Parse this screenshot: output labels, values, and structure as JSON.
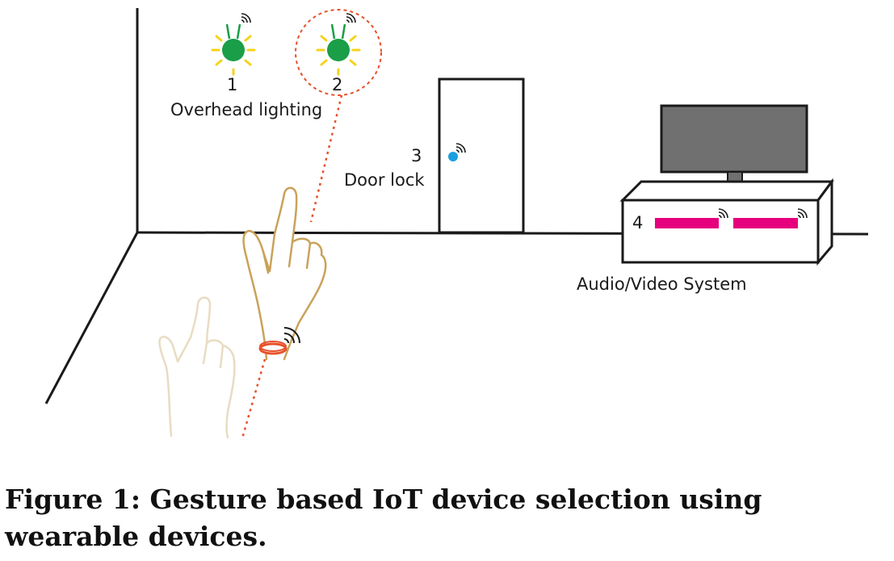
{
  "labels": {
    "light1_number": "1",
    "light2_number": "2",
    "overhead_lighting": "Overhead lighting",
    "door_number": "3",
    "door_lock": "Door lock",
    "av_number": "4",
    "av_system": "Audio/Video System"
  },
  "caption": "Figure 1: Gesture based IoT device selection using wearable devices.",
  "colors": {
    "light_bulb": "#1a9e47",
    "light_rays": "#f5d31a",
    "door_lock_dot": "#1aa0e0",
    "av_bars": "#e6007e",
    "selection_highlight": "#e8502a",
    "wristband": "#e8502a",
    "hand_outline": "#c9a25a",
    "hand_ghost": "#e8dcc2",
    "tv_screen": "#707070"
  },
  "icons": [
    "wifi-signal-icon",
    "light-bulb-icon",
    "hand-pointing-icon",
    "wristband-icon"
  ]
}
